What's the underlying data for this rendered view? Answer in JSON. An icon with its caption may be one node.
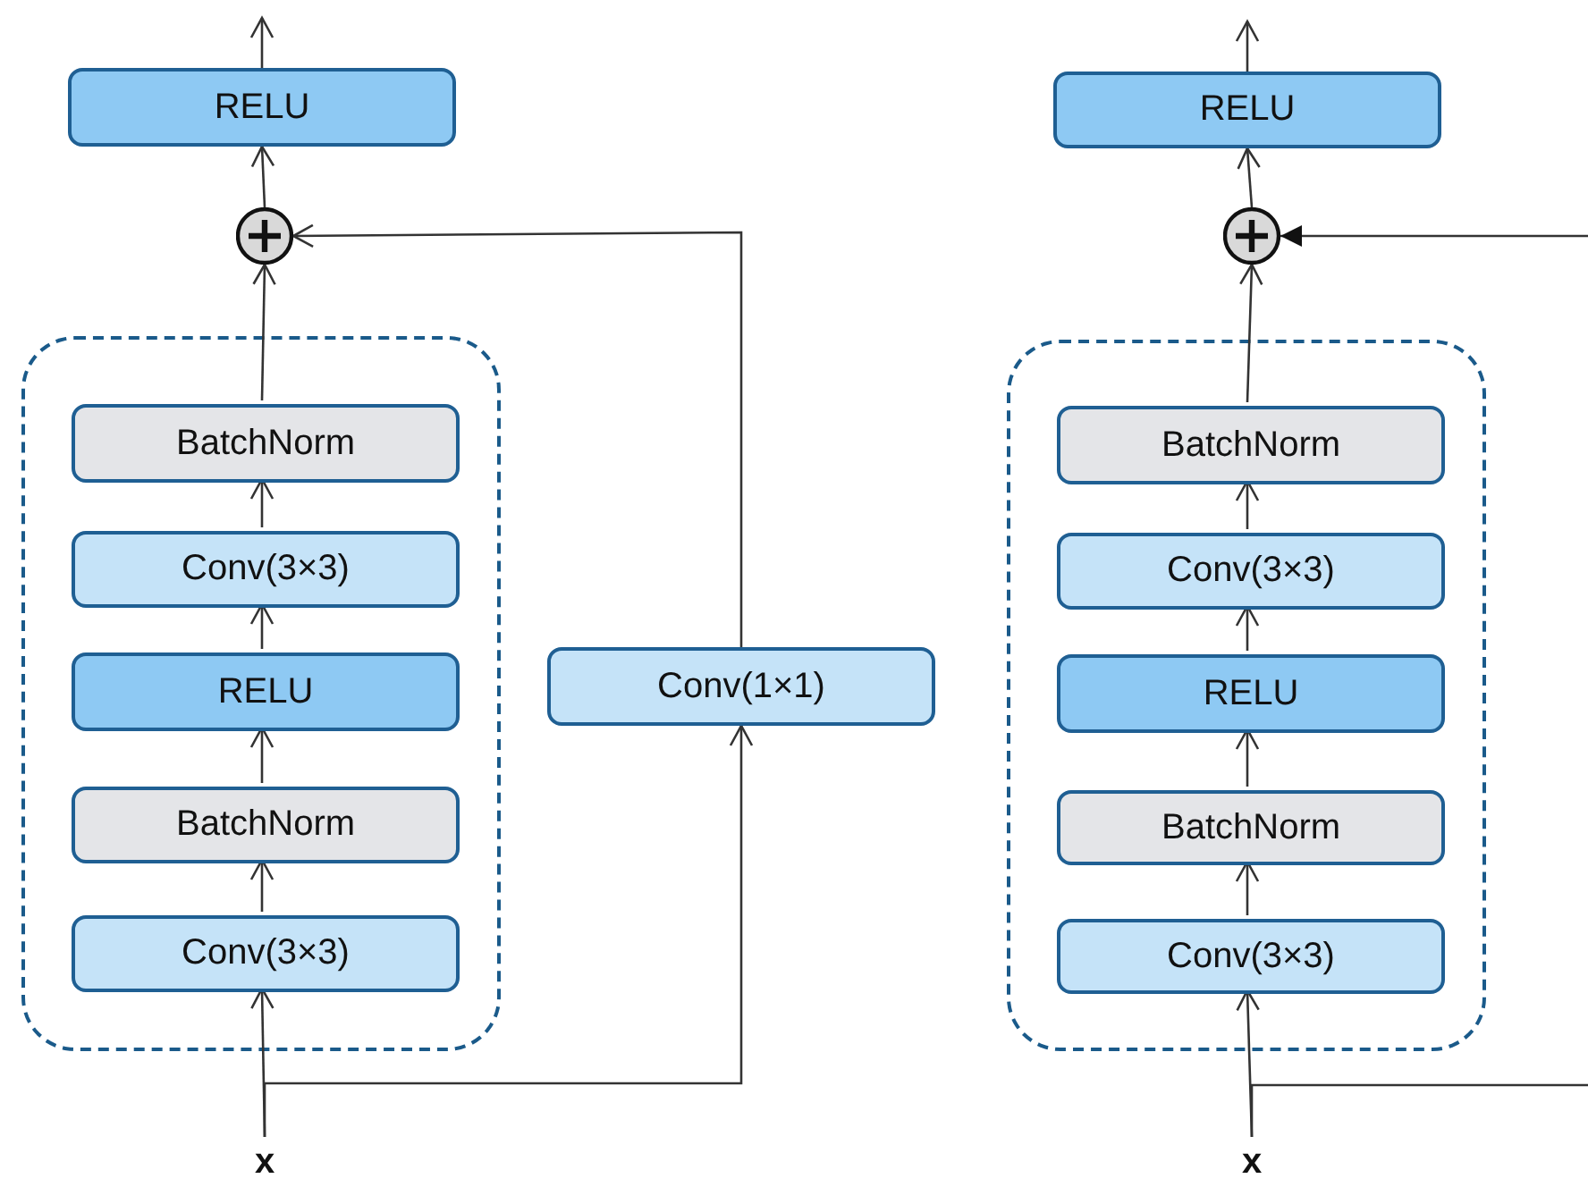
{
  "diagram": {
    "nodes": [
      {
        "text": [],
        "shape": "box"
      },
      {
        "text": [
          "Conv(3×3)"
        ],
        "in": 0
      },
      {
        "text": [
          "BatchNorm"
        ],
        "in": 0
      },
      {
        "text": [
          "RELU"
        ],
        "in": 0
      },
      {
        "text": [
          "Conv(3×3)"
        ],
        "in": 0
      },
      {
        "text": [
          "BatchNorm"
        ],
        "in": 0
      },
      {
        "text": [],
        "shape": "circle"
      },
      {
        "text": [
          "RELU"
        ]
      },
      {
        "text": [
          "Conv(1×1)"
        ]
      },
      {
        "text": [
          "x"
        ]
      },
      {
        "text": [],
        "shape": "box"
      },
      {
        "text": [
          "Conv(3×3)"
        ],
        "in": 10
      },
      {
        "text": [
          "BatchNorm"
        ],
        "in": 10
      },
      {
        "text": [
          "RELU"
        ],
        "in": 10
      },
      {
        "text": [
          "Conv(3×3)"
        ],
        "in": 10
      },
      {
        "text": [
          "BatchNorm"
        ],
        "in": 10
      },
      {
        "text": [],
        "shape": "circle"
      },
      {
        "text": [
          "RELU"
        ]
      },
      {
        "text": [
          "x"
        ]
      }
    ],
    "edges": [
      {
        "from": 9,
        "to": 1,
        "arrow": "to"
      },
      {
        "from": 9,
        "to": 8,
        "arrow": "to"
      },
      {
        "from": 1,
        "to": 2,
        "arrow": "to"
      },
      {
        "from": 2,
        "to": 3,
        "arrow": "to"
      },
      {
        "from": 3,
        "to": 4,
        "arrow": "to"
      },
      {
        "from": 4,
        "to": 5,
        "arrow": "to"
      },
      {
        "from": 5,
        "to": 6,
        "arrow": "to"
      },
      {
        "from": 6,
        "to": 7,
        "arrow": "to"
      },
      {
        "from": 8,
        "to": 6,
        "arrow": "to"
      },
      {
        "from": 7,
        "to": null,
        "arrow": "to"
      },
      {
        "from": 18,
        "to": 11,
        "arrow": "to"
      },
      {
        "from": 18,
        "to": null,
        "arrow": "none"
      },
      {
        "from": null,
        "to": 16,
        "arrow": "to"
      },
      {
        "from": 11,
        "to": 12,
        "arrow": "to"
      },
      {
        "from": 12,
        "to": 13,
        "arrow": "to"
      },
      {
        "from": 13,
        "to": 14,
        "arrow": "to"
      },
      {
        "from": 14,
        "to": 15,
        "arrow": "to"
      },
      {
        "from": 15,
        "to": 16,
        "arrow": "to"
      },
      {
        "from": 16,
        "to": 17,
        "arrow": "to"
      },
      {
        "from": 17,
        "to": null,
        "arrow": "to"
      }
    ]
  }
}
